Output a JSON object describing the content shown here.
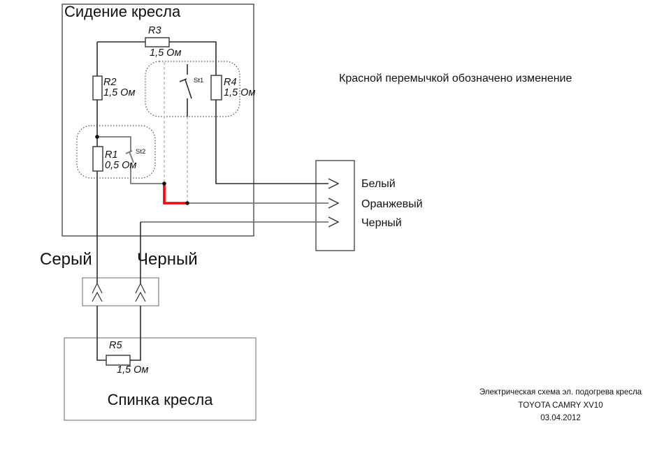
{
  "colors": {
    "red_jumper": "#ff0000",
    "wire_black": "#2a2a2a",
    "wire_gray": "#787878",
    "wire_removed": "#b5b5b5",
    "box_dark": "#3d3d3d",
    "box_gray": "#8a8a8a"
  },
  "seat_section": {
    "title": "Сидение кресла"
  },
  "back_section": {
    "title": "Спинка кресла"
  },
  "note": "Красной перемычкой обозначено изменение",
  "components": {
    "r1": {
      "name": "R1",
      "value": "0,5 Ом"
    },
    "r2": {
      "name": "R2",
      "value": "1,5 Ом"
    },
    "r3": {
      "name": "R3",
      "value": "1,5 Ом"
    },
    "r4": {
      "name": "R4",
      "value": "1,5 Ом"
    },
    "r5": {
      "name": "R5",
      "value": "1,5 Ом"
    },
    "st1": {
      "name": "St1"
    },
    "st2": {
      "name": "St2"
    }
  },
  "connector_pins": [
    {
      "label": "Белый"
    },
    {
      "label": "Оранжевый"
    },
    {
      "label": "Черный"
    }
  ],
  "wire_labels": {
    "left": "Серый",
    "right": "Черный"
  },
  "title_block": {
    "line1": "Электрическая схема эл. подогрева кресла",
    "line2": "TOYOTA CAMRY XV10",
    "line3": "03.04.2012"
  }
}
